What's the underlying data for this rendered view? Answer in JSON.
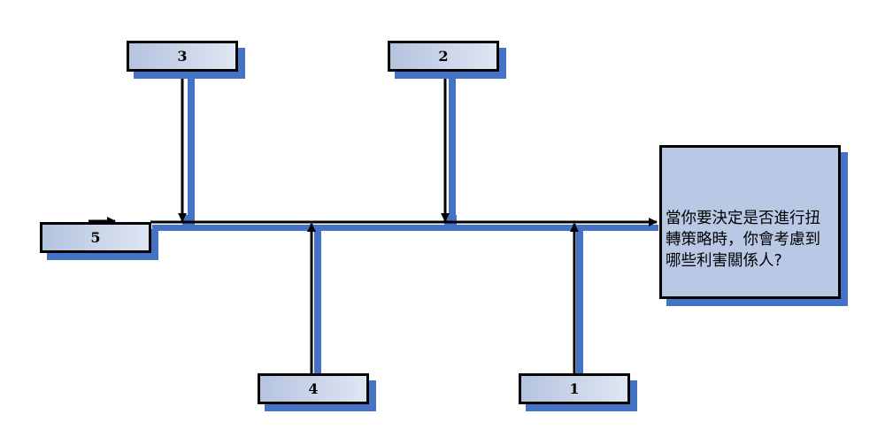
{
  "causes": [
    {
      "id": "1",
      "label": "1"
    },
    {
      "id": "2",
      "label": "2"
    },
    {
      "id": "3",
      "label": "3"
    },
    {
      "id": "4",
      "label": "4"
    },
    {
      "id": "5",
      "label": "5"
    }
  ],
  "effect": {
    "text": "當你要決定是否進行扭轉策略時，你會考慮到哪些利害關係人?"
  },
  "colors": {
    "line": "#000000",
    "shadow": "#4472c4",
    "box_fill_left": "#b4c3df",
    "box_fill_right": "#dfe6f3",
    "result_fill": "#b9c8e5"
  }
}
